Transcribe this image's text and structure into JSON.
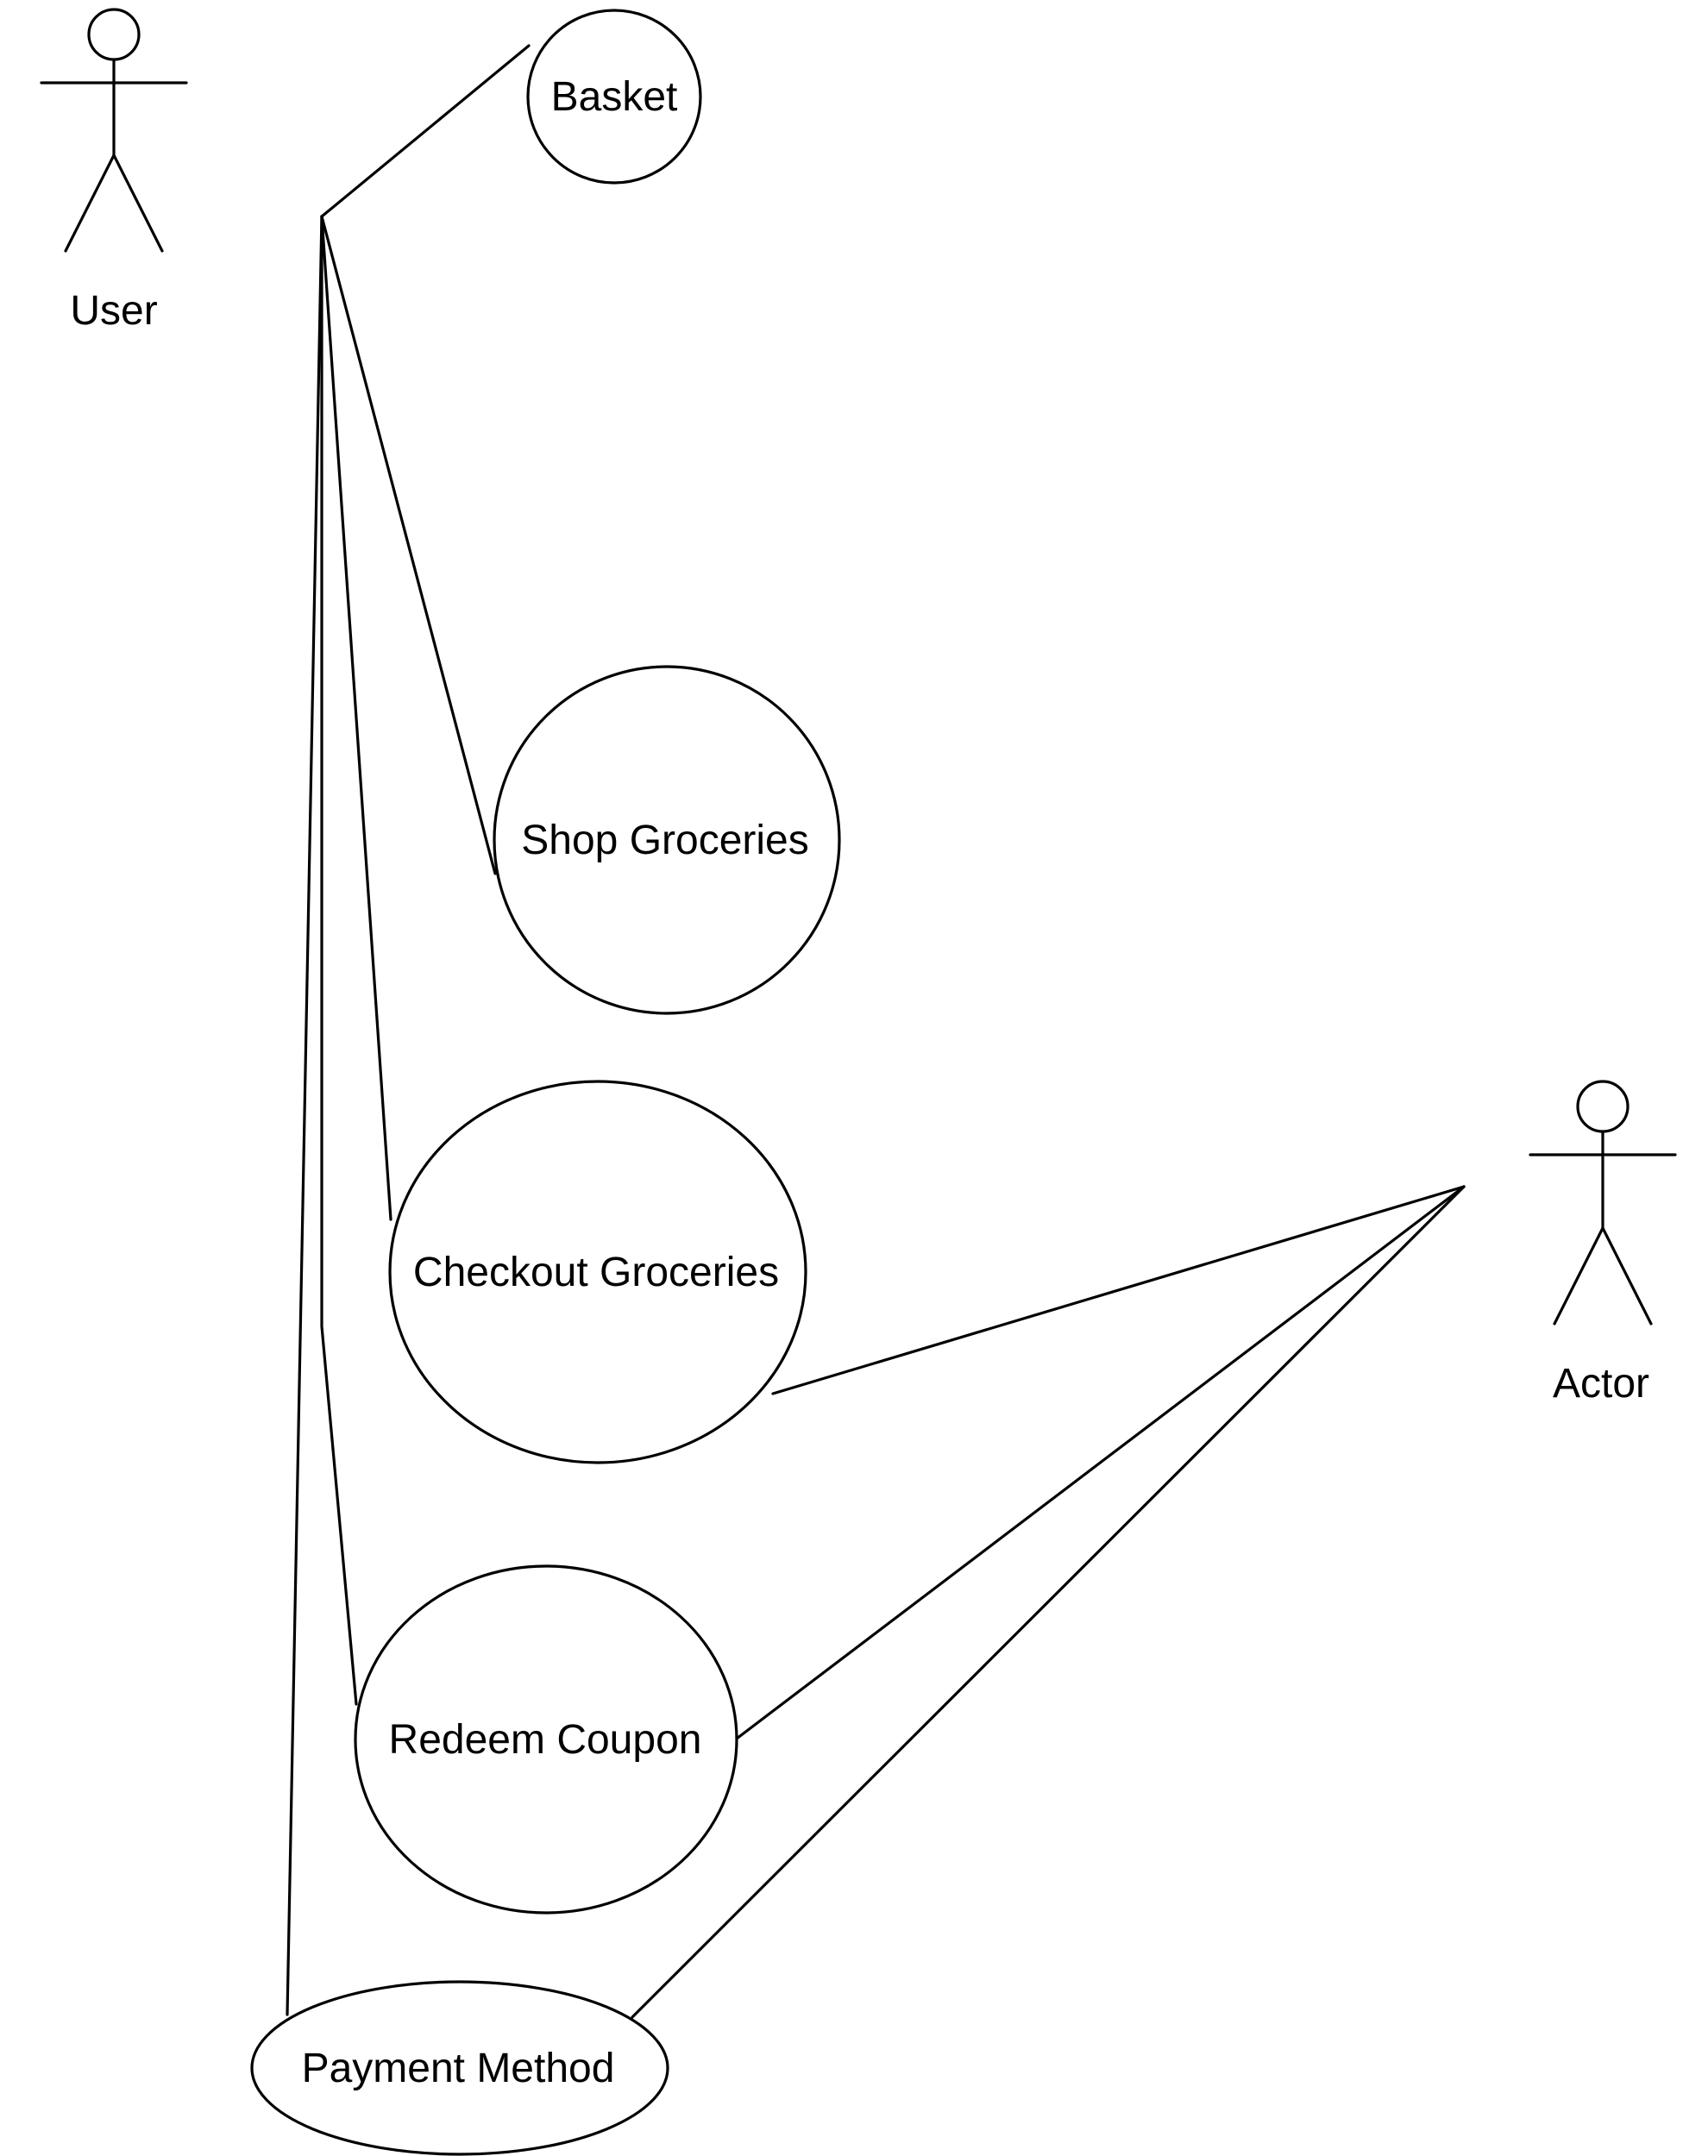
{
  "actors": {
    "user": {
      "label": "User"
    },
    "actor": {
      "label": "Actor"
    }
  },
  "use_cases": {
    "basket": {
      "label": "Basket"
    },
    "shop_groceries": {
      "label": "Shop Groceries"
    },
    "checkout_groceries": {
      "label": "Checkout Groceries"
    },
    "redeem_coupon": {
      "label": "Redeem Coupon"
    },
    "payment_method": {
      "label": "Payment Method"
    }
  },
  "associations": [
    {
      "from": "User",
      "to": "Basket"
    },
    {
      "from": "User",
      "to": "Shop Groceries"
    },
    {
      "from": "User",
      "to": "Checkout Groceries"
    },
    {
      "from": "User",
      "to": "Redeem Coupon"
    },
    {
      "from": "User",
      "to": "Payment Method"
    },
    {
      "from": "Actor",
      "to": "Checkout Groceries"
    },
    {
      "from": "Actor",
      "to": "Redeem Coupon"
    },
    {
      "from": "Actor",
      "to": "Payment Method"
    }
  ],
  "colors": {
    "stroke": "#000000",
    "background": "#ffffff"
  }
}
